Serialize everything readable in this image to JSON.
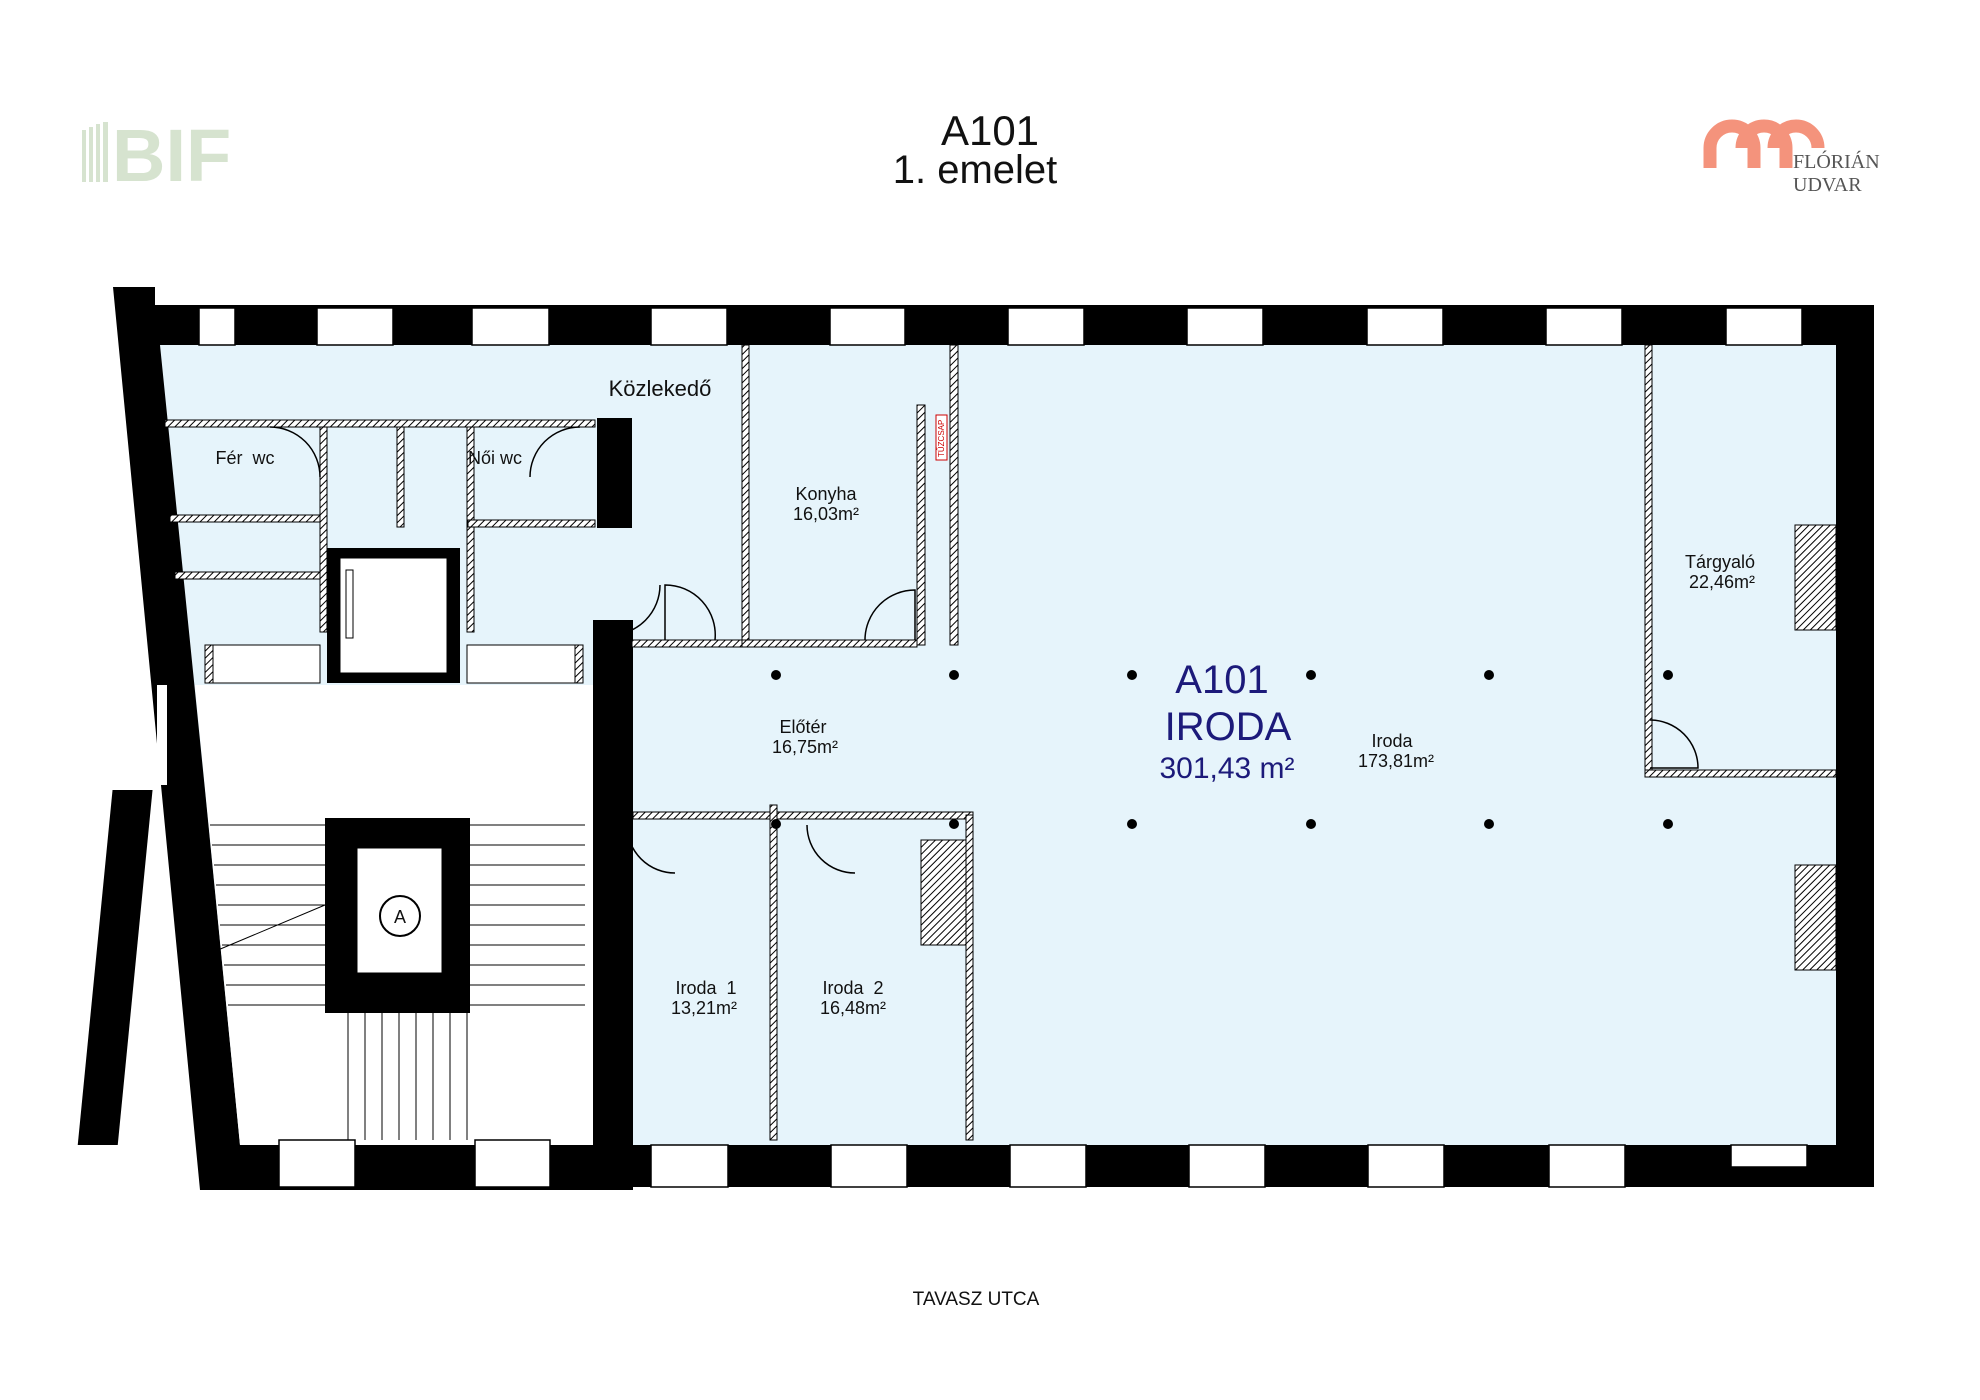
{
  "header": {
    "title": "A101",
    "subtitle": "1. emelet",
    "logo_left": "BIF",
    "logo_right_line1": "FLÓRIÁN",
    "logo_right_line2": "UDVAR"
  },
  "unit": {
    "name": "A101",
    "type": "IRODA",
    "area": "301,43 m²"
  },
  "rooms": [
    {
      "name": "Közlekedő",
      "area": ""
    },
    {
      "name": "Fér  wc",
      "area": ""
    },
    {
      "name": "Női wc",
      "area": ""
    },
    {
      "name": "Konyha",
      "area": "16,03m²"
    },
    {
      "name": "Tárgyaló",
      "area": "22,46m²"
    },
    {
      "name": "Előtér",
      "area": "16,75m²"
    },
    {
      "name": "Iroda",
      "area": "173,81m²"
    },
    {
      "name": "Iroda  1",
      "area": "13,21m²"
    },
    {
      "name": "Iroda  2",
      "area": "16,48m²"
    }
  ],
  "street": "TAVASZ UTCA",
  "hydrant_label": "TŰZCSAP",
  "elevator_label": "A",
  "colors": {
    "floor": "#e6f4fb",
    "wall": "#000000",
    "unit_text": "#1c1a7a",
    "logo_left": "#d6e3cf",
    "logo_right": "#f4937c"
  }
}
